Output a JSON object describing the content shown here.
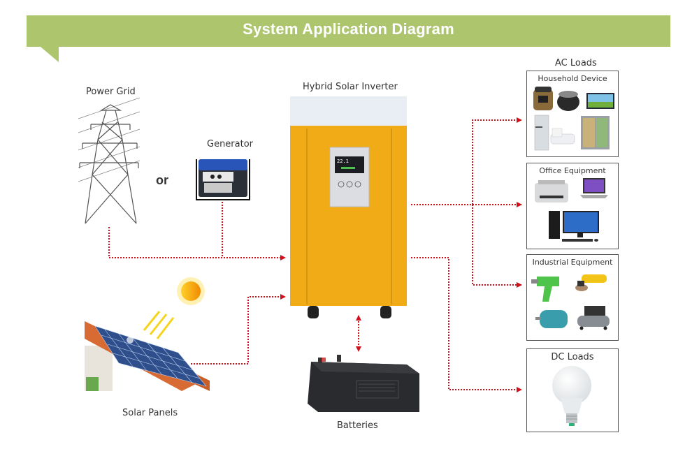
{
  "header": {
    "title": "System Application Diagram",
    "banner_color": "#adc56d"
  },
  "sources": {
    "power_grid": {
      "label": "Power Grid",
      "icon": "transmission-tower-icon"
    },
    "or_label": "or",
    "generator": {
      "label": "Generator",
      "icon": "generator-icon"
    },
    "solar_panels": {
      "label": "Solar Panels",
      "icon": "solar-roof-icon"
    }
  },
  "inverter": {
    "label": "Hybrid Solar Inverter",
    "body_color": "#f0ab16",
    "display_readout": "22.1",
    "icon": "inverter-cabinet-icon"
  },
  "storage": {
    "batteries": {
      "label": "Batteries",
      "icon": "battery-icon"
    }
  },
  "loads": {
    "ac_title": "AC Loads",
    "ac_groups": [
      {
        "title": "Household Device",
        "items": [
          "rice-cooker",
          "slow-cooker",
          "tv",
          "refrigerator",
          "air-conditioner",
          "double-door-fridge"
        ]
      },
      {
        "title": "Office Equipment",
        "items": [
          "fax-printer",
          "laptop",
          "desktop-pc"
        ]
      },
      {
        "title": "Industrial Equipment",
        "items": [
          "power-drill",
          "angle-grinder",
          "electric-motor",
          "air-compressor"
        ]
      }
    ],
    "dc_title": "DC Loads",
    "dc_items": [
      "led-bulb"
    ]
  },
  "connectors": {
    "line_color": "#d0111b",
    "style": "dotted",
    "flows": [
      {
        "from": "Power Grid",
        "to": "Hybrid Solar Inverter"
      },
      {
        "from": "Generator",
        "to": "Hybrid Solar Inverter"
      },
      {
        "from": "Solar Panels",
        "to": "Hybrid Solar Inverter"
      },
      {
        "from": "Hybrid Solar Inverter",
        "to": "Batteries",
        "bidirectional": true
      },
      {
        "from": "Hybrid Solar Inverter",
        "to": "Household Device"
      },
      {
        "from": "Hybrid Solar Inverter",
        "to": "Office Equipment"
      },
      {
        "from": "Hybrid Solar Inverter",
        "to": "Industrial Equipment"
      },
      {
        "from": "Hybrid Solar Inverter",
        "to": "DC Loads"
      }
    ]
  }
}
